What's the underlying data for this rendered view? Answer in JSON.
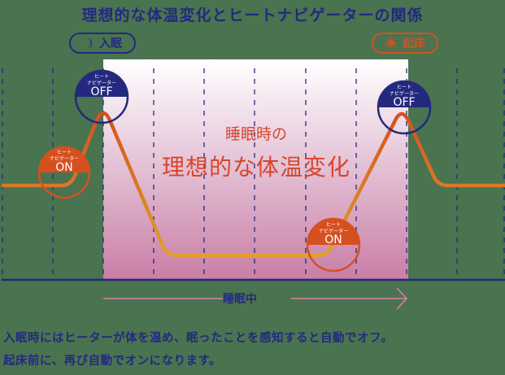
{
  "title": "理想的な体温変化とヒートナビゲーターの関係",
  "labels": {
    "sleep": "入眠",
    "wake": "起床",
    "sleep_icon": "moon-icon",
    "wake_icon": "sun-icon"
  },
  "center_text": {
    "sub": "睡眠時の",
    "main": "理想的な体温変化"
  },
  "badges": [
    {
      "id": "on-1",
      "small_line1": "ヒート",
      "small_line2": "ナビゲーター",
      "state": "ON",
      "color": "#d6501f"
    },
    {
      "id": "off-1",
      "small_line1": "ヒート",
      "small_line2": "ナビゲーター",
      "state": "OFF",
      "color": "#232a7e"
    },
    {
      "id": "on-2",
      "small_line1": "ヒート",
      "small_line2": "ナビゲーター",
      "state": "ON",
      "color": "#d6501f"
    },
    {
      "id": "off-2",
      "small_line1": "ヒート",
      "small_line2": "ナビゲーター",
      "state": "OFF",
      "color": "#232a7e"
    }
  ],
  "timeline": {
    "label": "睡眠中"
  },
  "description": {
    "line1": "入眠時にはヒーターが体を温め、眠ったことを感知すると自動でオフ。",
    "line2": "起床前に、再び自動でオンになります。"
  },
  "colors": {
    "navy": "#232a7e",
    "orange": "#d6501f",
    "curve": "#e0a02a",
    "pink_band_top": "#fbf7fa",
    "pink_band_bottom": "#c97ea6",
    "background": "#4a7350"
  }
}
